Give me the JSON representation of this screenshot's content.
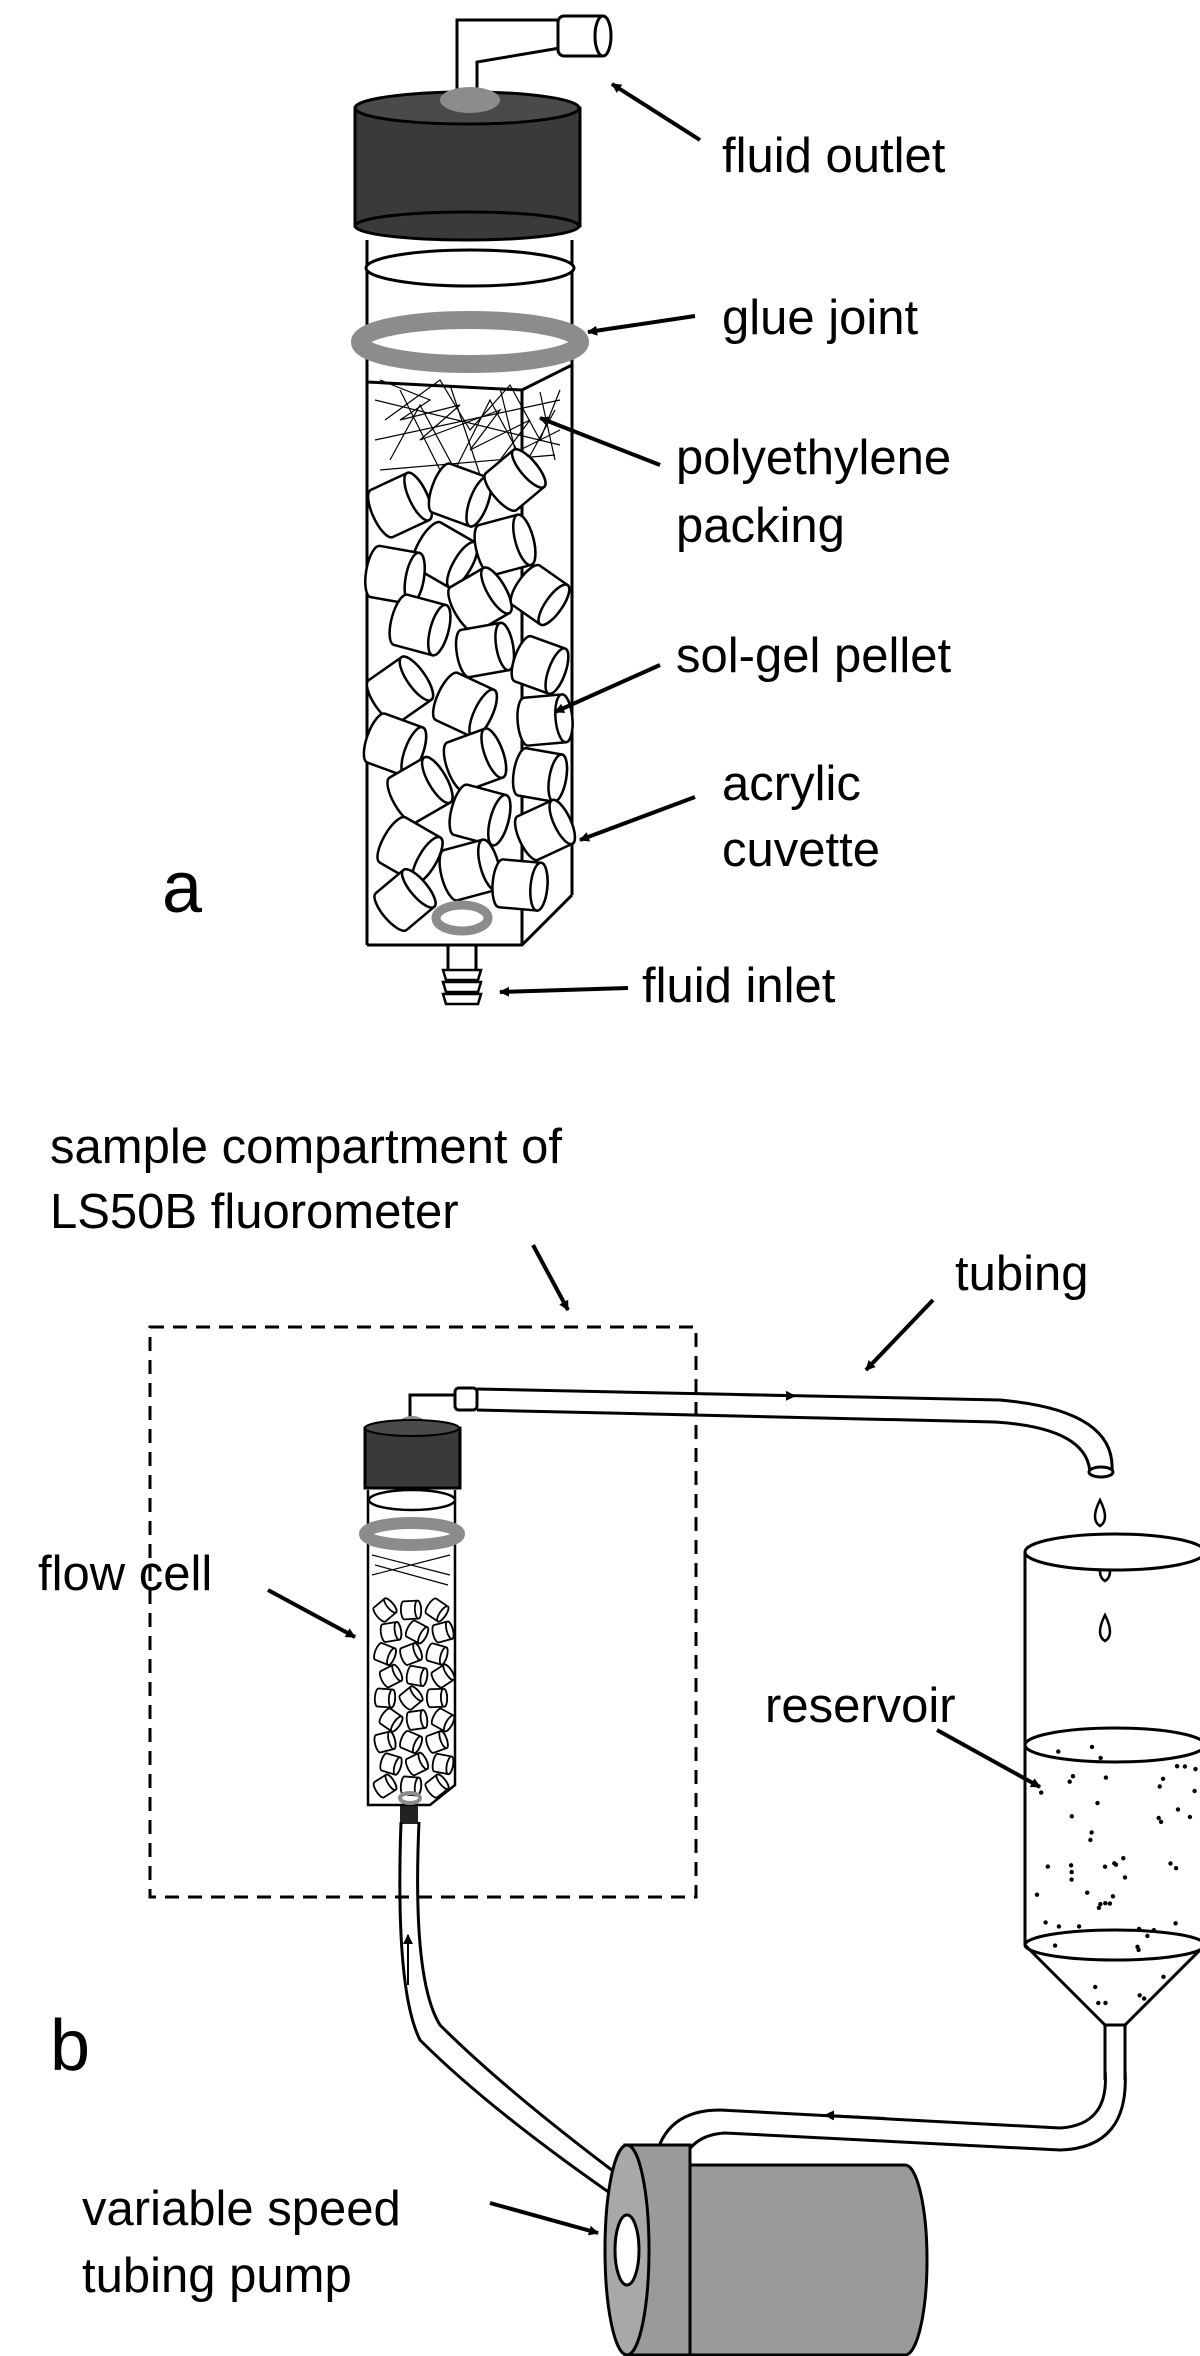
{
  "figure": {
    "panel_a": {
      "letter": "a",
      "labels": {
        "fluid_outlet": "fluid outlet",
        "glue_joint": "glue joint",
        "packing_line1": "polyethylene",
        "packing_line2": "packing",
        "pellet": "sol-gel pellet",
        "cuvette_line1": "acrylic",
        "cuvette_line2": "cuvette",
        "fluid_inlet": "fluid inlet"
      }
    },
    "panel_b": {
      "letter": "b",
      "labels": {
        "compartment_line1": "sample compartment of",
        "compartment_line2": "LS50B fluorometer",
        "tubing": "tubing",
        "flow_cell": "flow cell",
        "reservoir": "reservoir",
        "pump_line1": "variable speed",
        "pump_line2": "tubing pump"
      }
    },
    "colors": {
      "line": "#000000",
      "cap": "#3a3a3a",
      "glue": "#8c8c8c",
      "pump_body": "#9a9a9a"
    }
  }
}
